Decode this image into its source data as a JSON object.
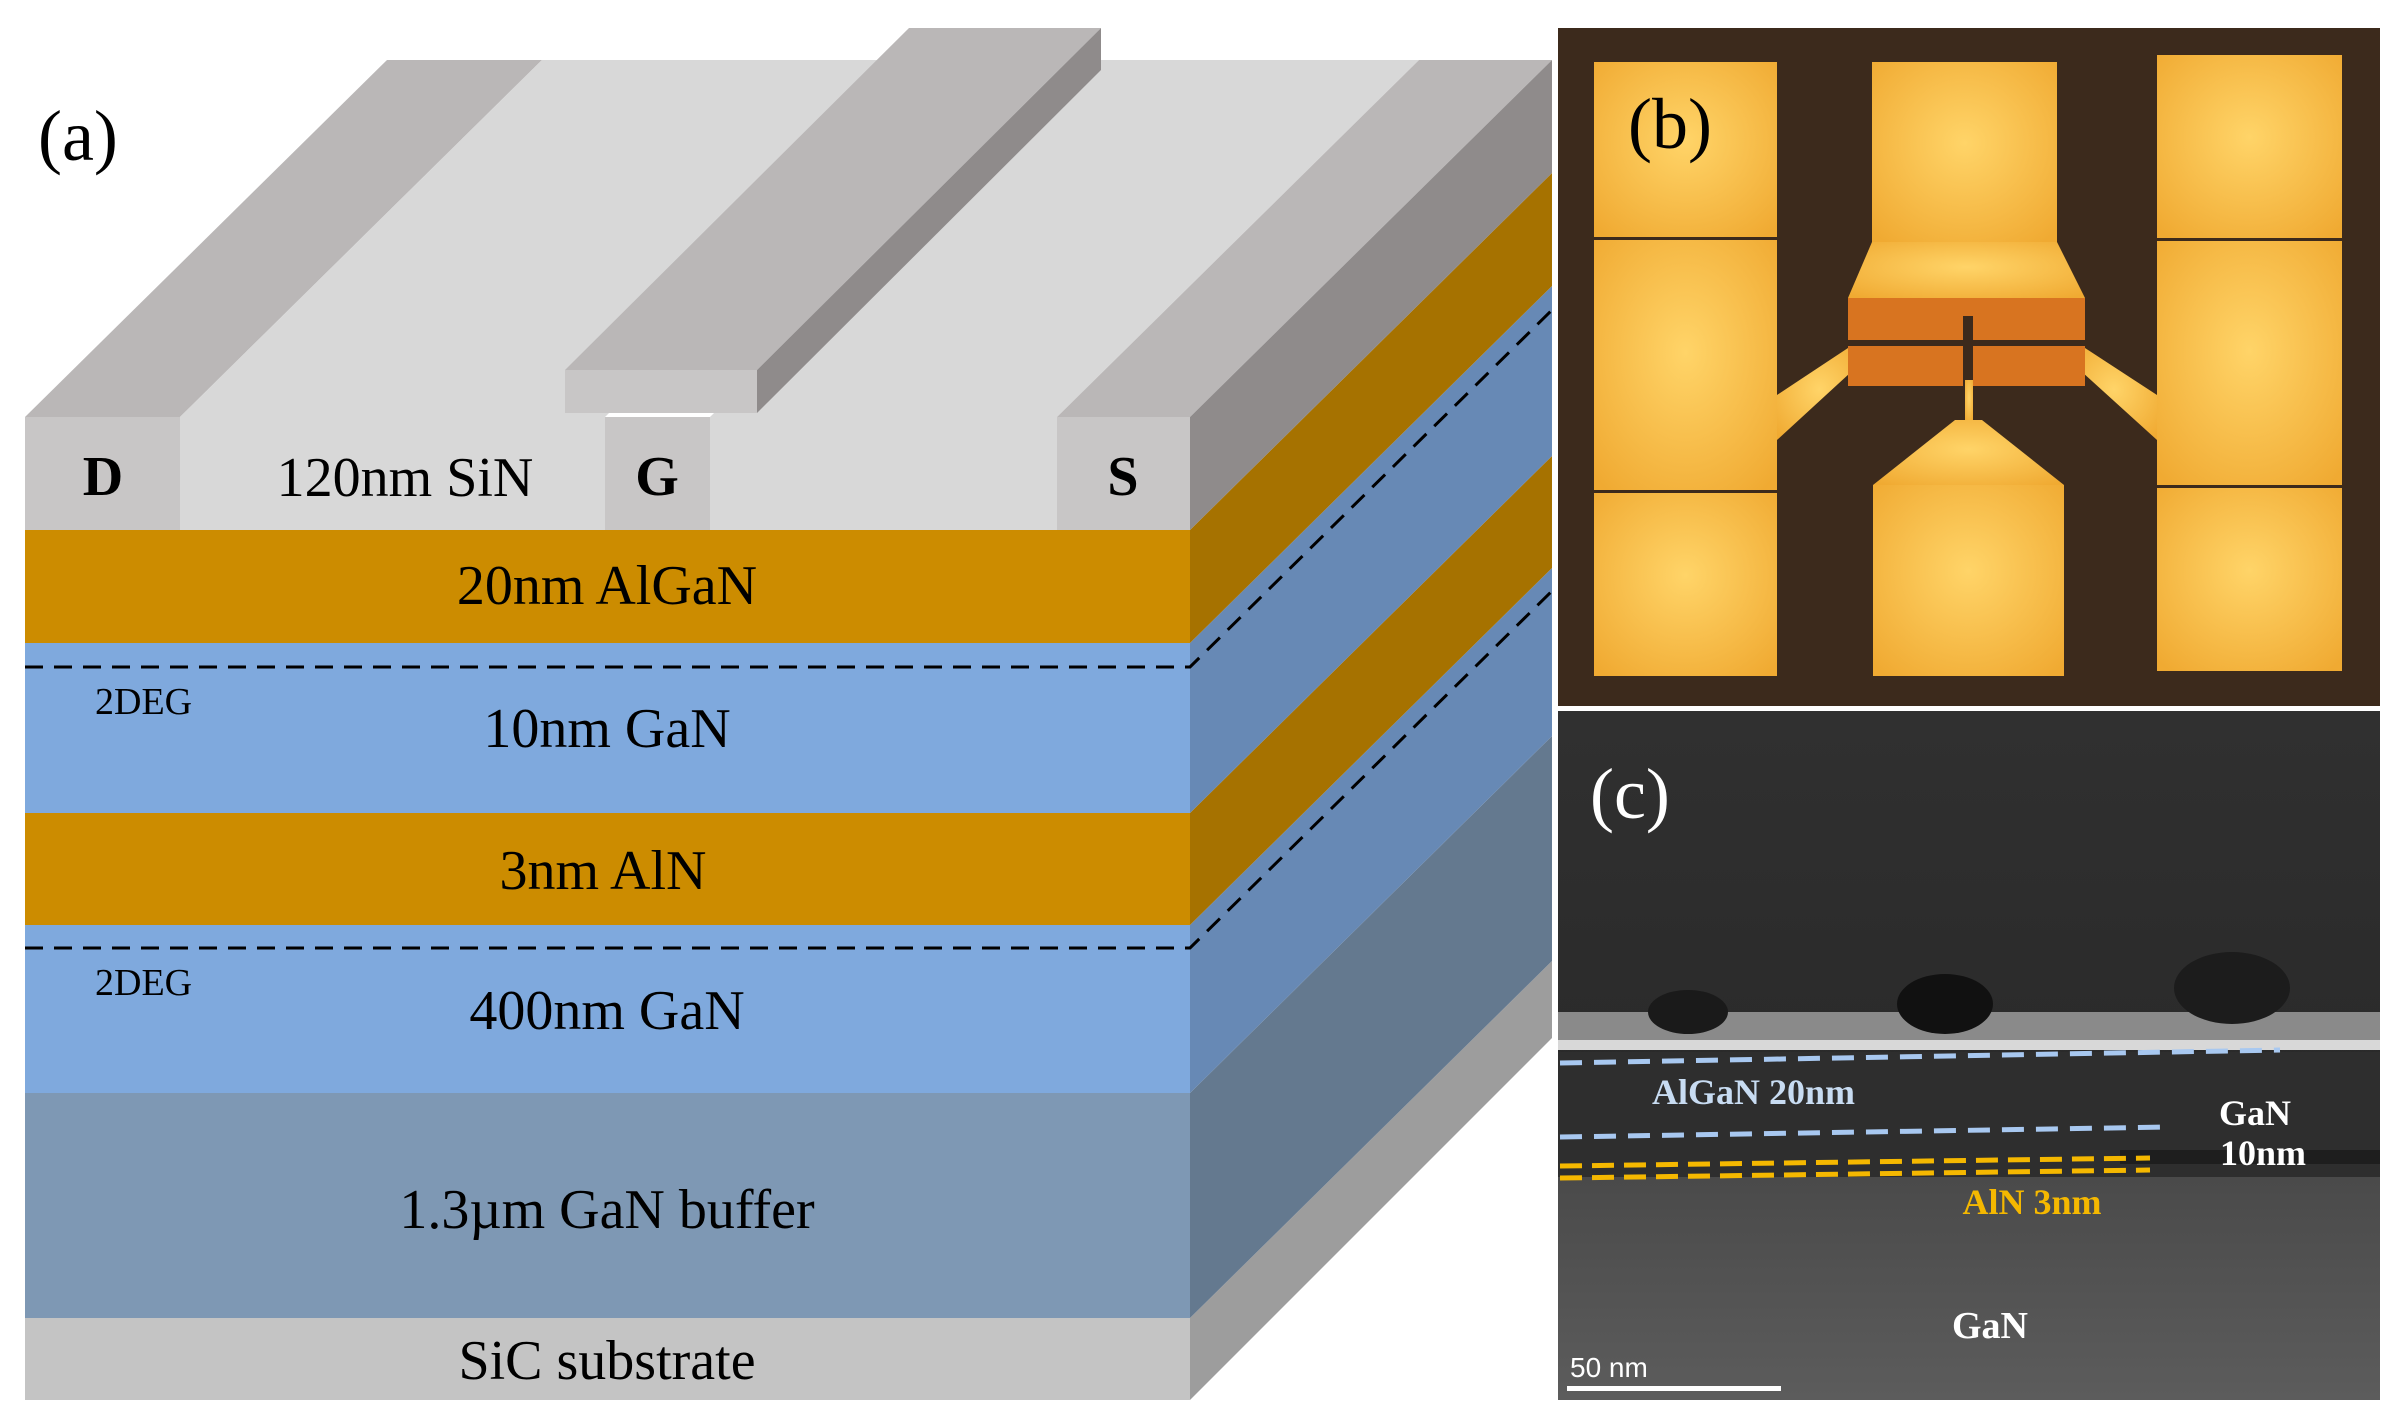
{
  "panel_a": {
    "label": "(a)",
    "contacts": {
      "drain": "D",
      "gate": "G",
      "source": "S"
    },
    "layers": {
      "passivation": "120nm SiN",
      "barrier": "20nm AlGaN",
      "channel_top": "10nm GaN",
      "interlayer": "3nm AlN",
      "channel_bottom": "400nm GaN",
      "buffer": "1.3µm GaN buffer",
      "substrate": "SiC substrate"
    },
    "twodeg_upper": "2DEG",
    "twodeg_lower": "2DEG",
    "colors": {
      "contact_front": "#c8c6c6",
      "contact_top": "#bab7b7",
      "contact_side": "#8f8b8b",
      "sin_front": "#d8d8d8",
      "algan_front": "#cc8c00",
      "algan_side": "#a67200",
      "gan_front": "#7fa9dd",
      "gan_side": "#6789b5",
      "buffer_front": "#7e98b4",
      "buffer_side": "#64798f",
      "substrate_front": "#c4c4c4",
      "substrate_side": "#9d9d9d"
    }
  },
  "panel_b": {
    "label": "(b)",
    "metal_color": "#f2b442",
    "background_color": "#3c2a1c"
  },
  "panel_c": {
    "label": "(c)",
    "annotations": {
      "algan": "AlGaN 20nm",
      "gan_thin_line1": "GaN",
      "gan_thin_line2": "10nm",
      "aln": "AlN 3nm",
      "gan_bulk": "GaN"
    },
    "scale_bar": "50 nm",
    "colors": {
      "interface_dash": "#a8c8f0",
      "aln_dash": "#f5b800",
      "aln_label": "#f5b800"
    }
  }
}
